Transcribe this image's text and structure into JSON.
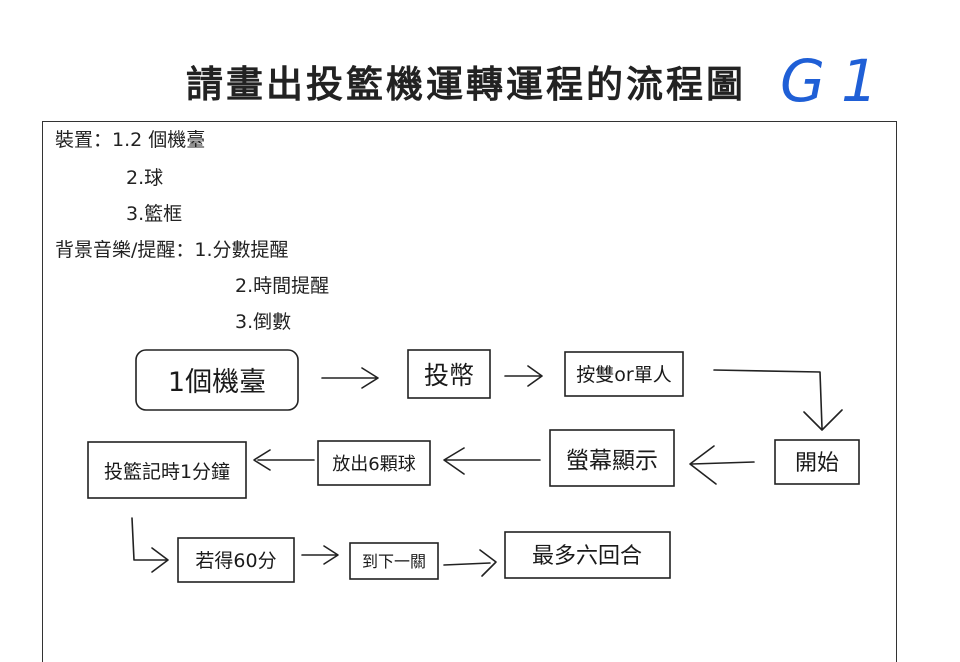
{
  "title": "請畫出投籃機運轉運程的流程圖",
  "group_code": "G1",
  "specs": {
    "devices_label": "裝置：1.2 個機臺",
    "devices_2": "2.球",
    "devices_3": "3.籃框",
    "bgm_label": "背景音樂/提醒：1.分數提醒",
    "bgm_2": "2.時間提醒",
    "bgm_3": "3.倒數"
  },
  "flow": {
    "n1": "1個機臺",
    "n2": "投幣",
    "n3": "按雙or單人",
    "n4": "開始",
    "n5": "螢幕顯示",
    "n6": "放出6顆球",
    "n7": "投籃記時1分鐘",
    "n8": "若得60分",
    "n9": "到下一關",
    "n10": "最多六回合"
  }
}
